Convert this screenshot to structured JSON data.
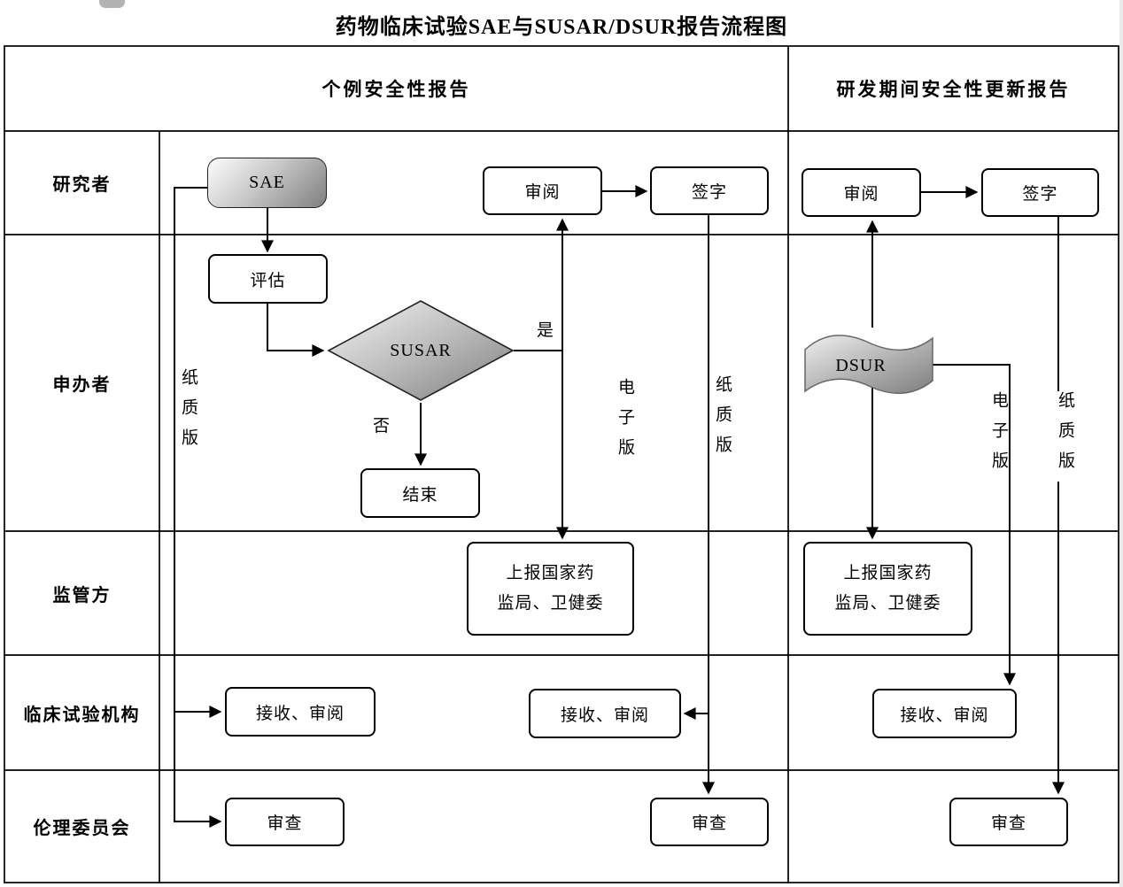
{
  "title": "药物临床试验SAE与SUSAR/DSUR报告流程图",
  "headers": {
    "left": "个例安全性报告",
    "right": "研发期间安全性更新报告"
  },
  "lanes": [
    {
      "label": "研究者"
    },
    {
      "label": "申办者"
    },
    {
      "label": "监管方"
    },
    {
      "label": "临床试验机构"
    },
    {
      "label": "伦理委员会"
    }
  ],
  "nodes": {
    "sae": {
      "label": "SAE"
    },
    "evaluate": {
      "label": "评估"
    },
    "susar": {
      "label": "SUSAR"
    },
    "end": {
      "label": "结束"
    },
    "review_left": {
      "label": "审阅"
    },
    "sign_left": {
      "label": "签字"
    },
    "report_left": {
      "line1": "上报国家药",
      "line2": "监局、卫健委"
    },
    "receive_review_left": {
      "label": "接收、审阅"
    },
    "receive_review_mid": {
      "label": "接收、审阅"
    },
    "ethics_review_left": {
      "label": "审查"
    },
    "ethics_review_mid": {
      "label": "审查"
    },
    "review_right": {
      "label": "审阅"
    },
    "sign_right": {
      "label": "签字"
    },
    "dsur": {
      "label": "DSUR"
    },
    "report_right": {
      "line1": "上报国家药",
      "line2": "监局、卫健委"
    },
    "receive_review_right": {
      "label": "接收、审阅"
    },
    "ethics_review_right": {
      "label": "审查"
    }
  },
  "edge_labels": {
    "yes": "是",
    "no": "否",
    "paper_investigator": "纸质版",
    "electronic_susar": "电子版",
    "paper_susar": "纸质版",
    "electronic_dsur": "电子版",
    "paper_dsur": "纸质版"
  },
  "colors": {
    "line": "#000000",
    "node_border": "#000000",
    "gradient_light": "#f2f2f2",
    "gradient_dark": "#7f7f7f"
  }
}
